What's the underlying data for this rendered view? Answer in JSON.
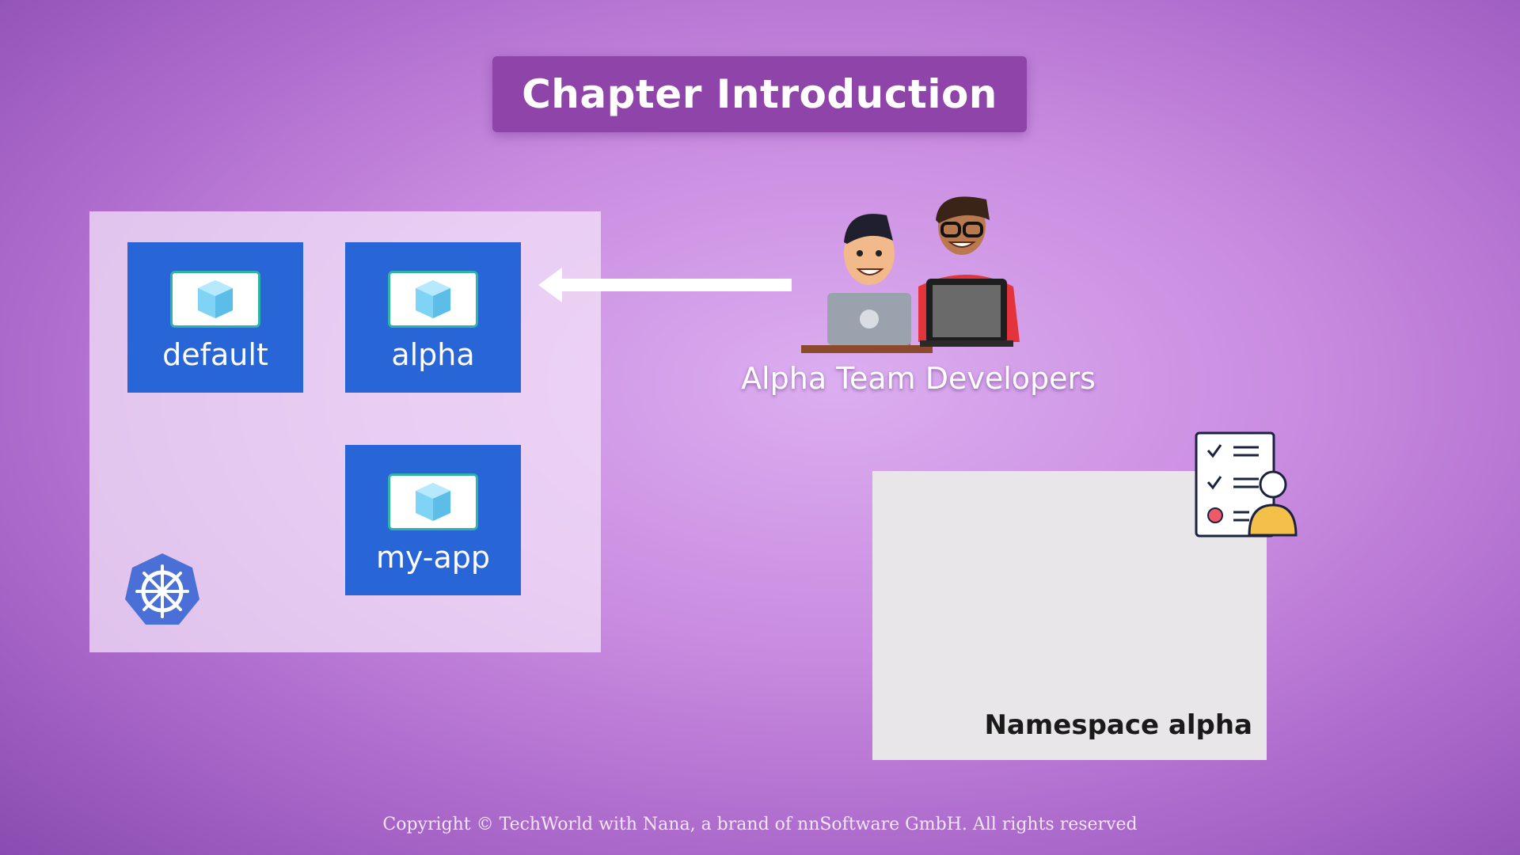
{
  "title": "Chapter Introduction",
  "cluster": {
    "namespaces": [
      {
        "label": "default"
      },
      {
        "label": "alpha"
      },
      {
        "label": "my-app"
      }
    ],
    "logo_icon": "kubernetes-helm-icon"
  },
  "team": {
    "label": "Alpha Team Developers",
    "icon": "developers-illustration"
  },
  "namespace_alpha": {
    "label": "Namespace alpha",
    "icon": "checklist-user-icon"
  },
  "copyright": "Copyright © TechWorld with Nana, a brand of nnSoftware GmbH. All rights reserved",
  "colors": {
    "title_bg": "#8e44a8",
    "namespace_box": "#2865d6",
    "cluster_bg": "#f5e6fa",
    "namespace_alpha_bg": "#e8e6e8",
    "k8s_logo": "#4a6fd6"
  }
}
